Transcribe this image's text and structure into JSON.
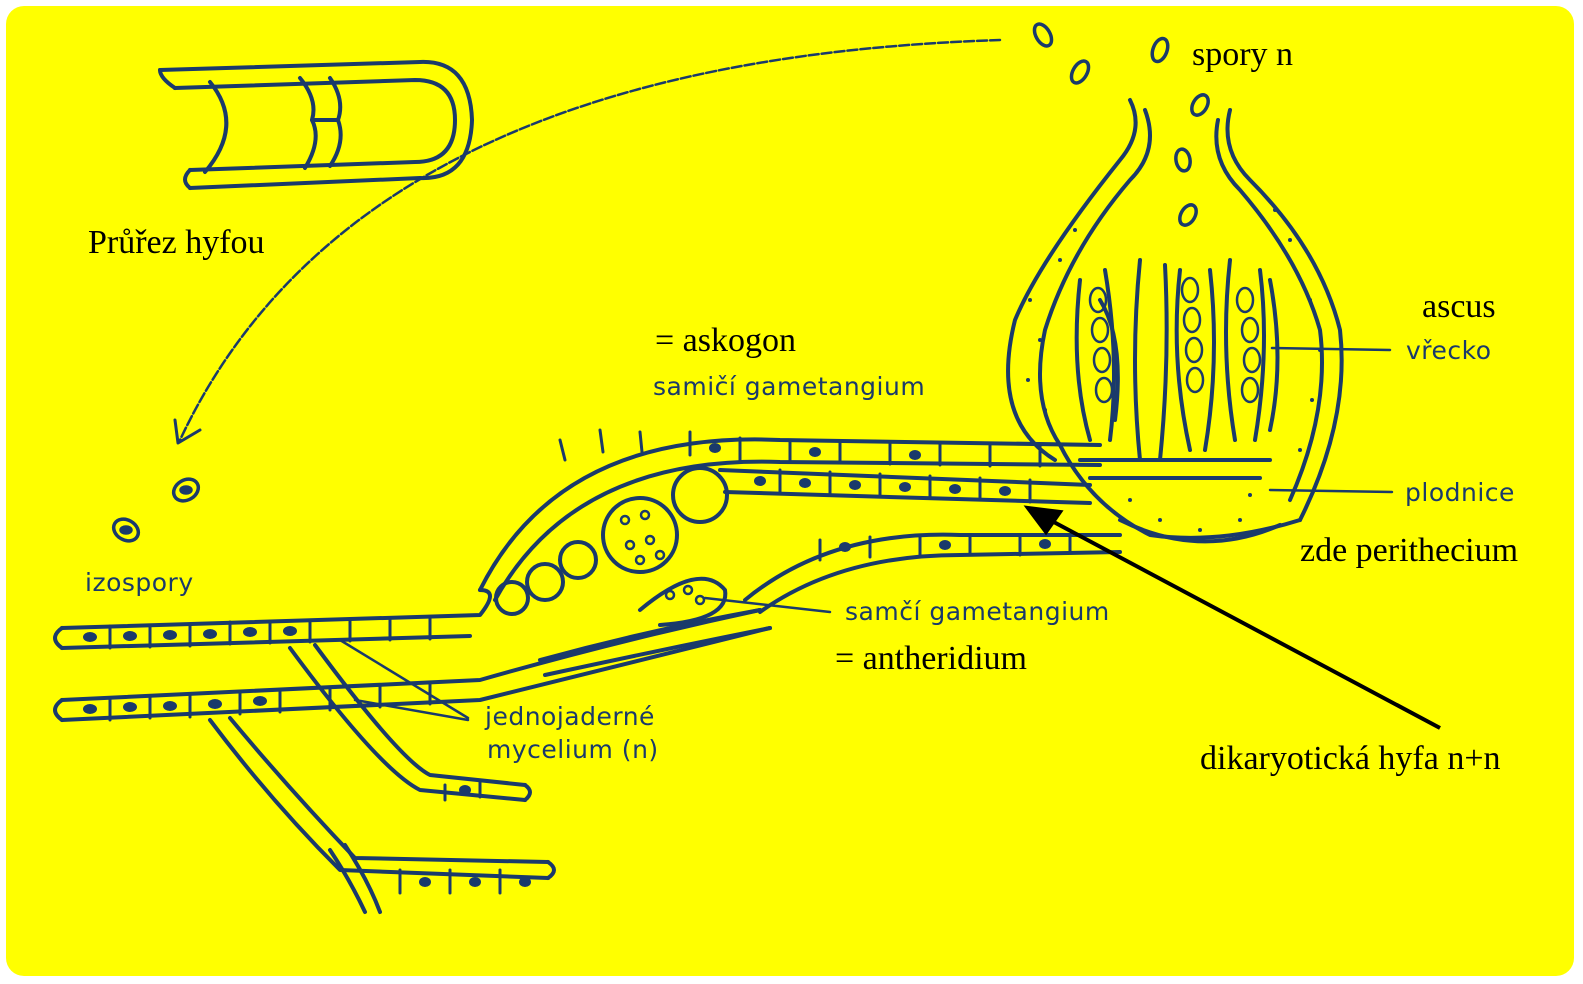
{
  "labels": {
    "cross_section": "Průřez hyfou",
    "spores": "spory n",
    "ascus": "ascus",
    "vrecko": "vřecko",
    "askogon": "= askogon",
    "female_gametangium": "samičí gametangium",
    "plodnice": "plodnice",
    "perithecium": "zde perithecium",
    "izospory": "izospory",
    "male_gametangium": "samčí gametangium",
    "antheridium": "= antheridium",
    "mycelium_line1": "jednojaderné",
    "mycelium_line2": "mycelium (n)",
    "dikaryotic": "dikaryotická hyfa n+n"
  },
  "colors": {
    "background": "#ffff00",
    "drawing": "#1a3a6b",
    "annotation": "#000000"
  }
}
